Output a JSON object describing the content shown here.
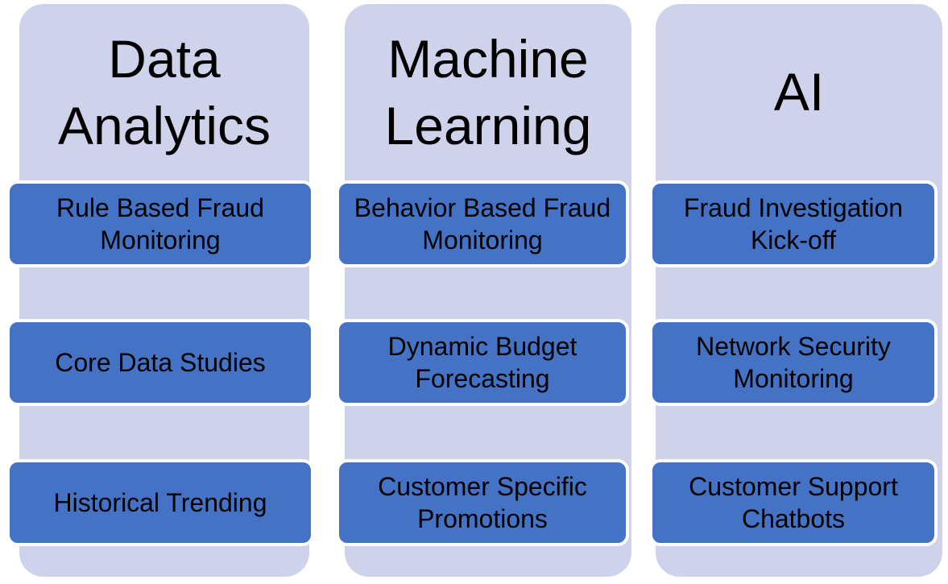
{
  "diagram": {
    "type": "smartart-vertical-box-lists",
    "columns": [
      {
        "title": "Data Analytics",
        "items": [
          "Rule Based Fraud Monitoring",
          "Core Data Studies",
          "Historical Trending"
        ]
      },
      {
        "title": "Machine Learning",
        "items": [
          "Behavior Based Fraud Monitoring",
          "Dynamic Budget Forecasting",
          "Customer Specific Promotions"
        ]
      },
      {
        "title": "AI",
        "items": [
          "Fraud Investigation Kick-off",
          "Network Security Monitoring",
          "Customer Support Chatbots"
        ]
      }
    ],
    "colors": {
      "column_bg": "#CED3EB",
      "item_bg": "#4472C4",
      "item_border": "#FFFFFF",
      "text": "#000000",
      "page_bg": "#FFFFFF"
    }
  }
}
